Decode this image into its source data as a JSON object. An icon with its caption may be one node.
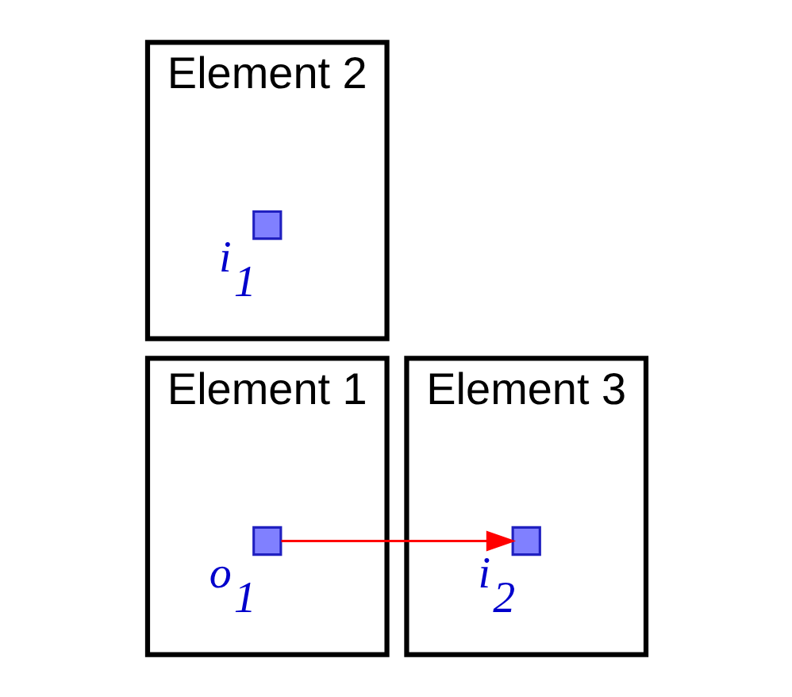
{
  "diagram": {
    "nodes": [
      {
        "text": [
          "Element 3"
        ]
      },
      {
        "text": [],
        "shape": "box",
        "in": 0,
        "beside": [
          "i$_{2}$"
        ]
      },
      {
        "text": [
          "Element 1"
        ]
      },
      {
        "text": [],
        "shape": "box",
        "in": 2,
        "beside": [
          "o$_{1}$"
        ]
      },
      {
        "text": [
          "Element 2"
        ]
      },
      {
        "text": [],
        "shape": "box",
        "in": 4,
        "beside": [
          "i$_{1}$"
        ]
      }
    ],
    "edges": [
      {
        "from": 3,
        "to": 1,
        "arrow": "to",
        "color": "#ff0000"
      }
    ]
  }
}
